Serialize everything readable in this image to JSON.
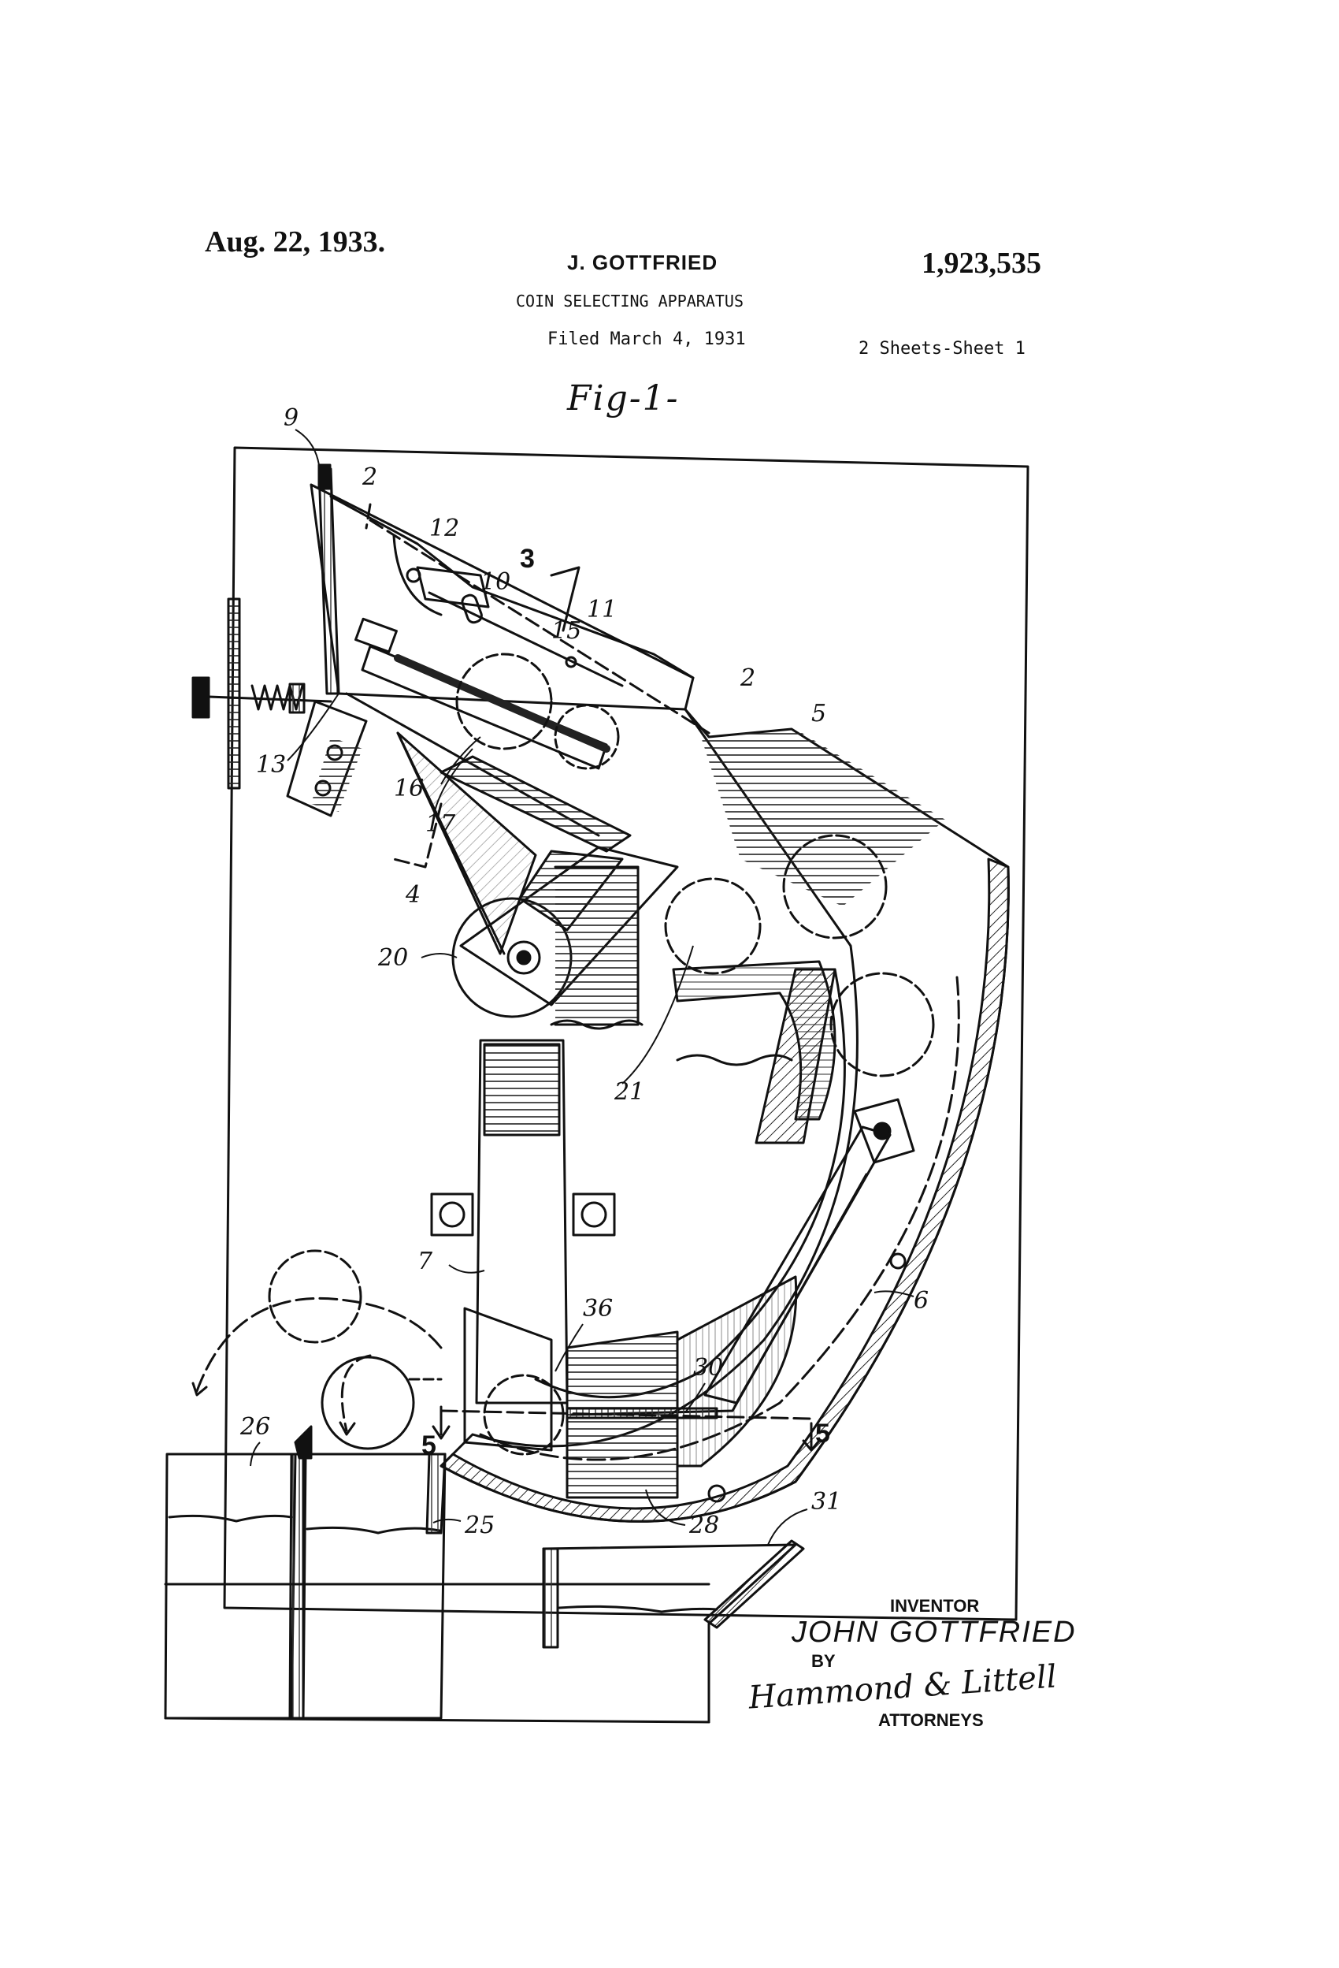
{
  "header": {
    "date": "Aug. 22, 1933.",
    "inventor_name": "J. GOTTFRIED",
    "patent_number": "1,923,535",
    "title": "COIN SELECTING APPARATUS",
    "filed": "Filed March 4, 1931",
    "sheets": "2 Sheets-Sheet 1"
  },
  "figure": {
    "label": "Fig-1-",
    "reference_numerals": {
      "r9": "9",
      "r2a": "2",
      "r12": "12",
      "r3": "3",
      "r10": "10",
      "r11": "11",
      "r15": "15",
      "r2b": "2",
      "r5": "5",
      "r13": "13",
      "r16": "16",
      "r17": "17",
      "r4": "4",
      "r20": "20",
      "r21": "21",
      "r7": "7",
      "r6": "6",
      "r36": "36",
      "r30": "30",
      "r26": "26",
      "r5a": "5",
      "r5b": "5",
      "r25": "25",
      "r28": "28",
      "r31": "31"
    }
  },
  "signature_block": {
    "inventor_label": "INVENTOR",
    "inventor_name": "JOHN GOTTFRIED",
    "by": "BY",
    "attorney_signature": "Hammond & Littell",
    "attorneys_label": "ATTORNEYS"
  }
}
